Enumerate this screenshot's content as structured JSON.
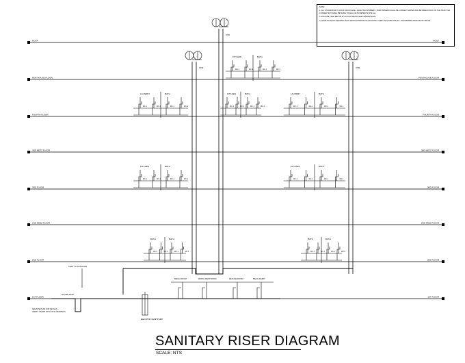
{
  "notes": {
    "heading": "NOTE:",
    "items": [
      "1. ALL STANDPIPES TO ROOF DRAIN SHALL HAVE TRAP PRIMERS. TRAP PRIMERS SHALL BE CONNECT WATER AND BETWEEN ROOF OF THE TRAP. THE CONNECTION SHALL BE MADE TO WALL WITH METER IN SITE ALL.",
      "2. PROVIDE TRAP BELOW ALL FLOOR DRAIN (SEE LEGEND/SPEC).",
      "3. SUMP PIT SHALL RECEIVE ROOF FROM EXTERIOR OF BUILDING. PUMP THE SUMP AND ALL THE PRIMERS FROM ROOF ABOVE."
    ]
  },
  "levels": [
    {
      "name": "ROOF",
      "right": "ROOF"
    },
    {
      "name": "PENTHOUSE FLOOR",
      "right": "PENTHOUSE FLOOR"
    },
    {
      "name": "FOURTH FLOOR",
      "right": "FOURTH FLOOR"
    },
    {
      "name": "3RD MEZZ FLOOR",
      "right": "3RD MEZZ FLOOR"
    },
    {
      "name": "3RD FLOOR",
      "right": "3RD FLOOR"
    },
    {
      "name": "2ND MEZZ FLOOR",
      "right": "2ND MEZZ FLOOR"
    },
    {
      "name": "2ND FLOOR",
      "right": "2ND FLOOR"
    },
    {
      "name": "1ST FLOOR",
      "right": "1ST FLOOR"
    }
  ],
  "labels": {
    "vtr": "VTR",
    "laundry": "LAUNDRY",
    "bath": "BATH",
    "kitchen": "KITCHEN",
    "vent_outdoor": "VENT TO OUTDOOR",
    "house_trap": "HOUSE TRAP",
    "see_site_plan": "SEE SITE PLAN FOR DETAILS\nVERIFY INVERT WITH CIVIL DRAWINGS",
    "elevator_pump": "ELEVATOR SUMP PUMP",
    "mech_room": "MECH ROOM",
    "retail_restroom": "RETAIL RESTROOM",
    "refuse_room": "REFUSE ROOM",
    "mech_ramp": "MECH RAMP",
    "fixture_wc": "WC-1",
    "fixture_lav": "LAV-1"
  },
  "title": "SANITARY RISER DIAGRAM",
  "scale": "SCALE: NTS"
}
